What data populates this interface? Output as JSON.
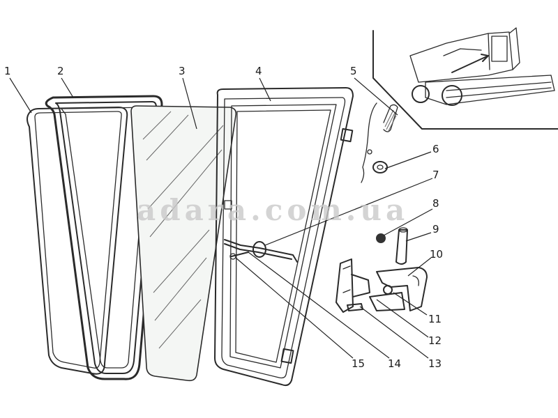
{
  "watermark": "adara.com.ua",
  "callouts": [
    {
      "id": "1",
      "text": "1"
    },
    {
      "id": "2",
      "text": "2"
    },
    {
      "id": "3",
      "text": "3"
    },
    {
      "id": "4",
      "text": "4"
    },
    {
      "id": "5",
      "text": "5"
    },
    {
      "id": "6",
      "text": "6"
    },
    {
      "id": "7",
      "text": "7"
    },
    {
      "id": "8",
      "text": "8"
    },
    {
      "id": "9",
      "text": "9"
    },
    {
      "id": "10",
      "text": "10"
    },
    {
      "id": "11",
      "text": "11"
    },
    {
      "id": "12",
      "text": "12"
    },
    {
      "id": "13",
      "text": "13"
    },
    {
      "id": "14",
      "text": "14"
    },
    {
      "id": "15",
      "text": "15"
    }
  ],
  "icons": {
    "combine": "combine-harvester-icon"
  }
}
